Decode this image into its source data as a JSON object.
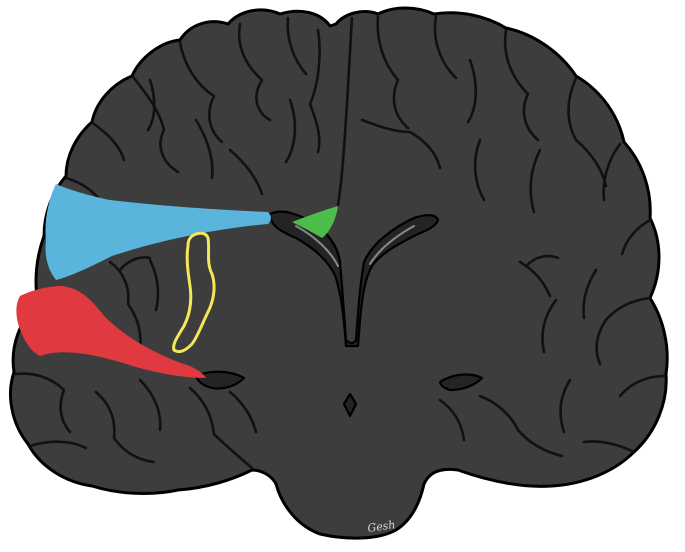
{
  "figure": {
    "background": "#ffffff",
    "tissue_color": "#3d3d3d",
    "signature": "Gesh"
  },
  "regions": [
    {
      "name": "blue-region",
      "color": "#5ab4dc"
    },
    {
      "name": "green-region",
      "color": "#4cbc4a"
    },
    {
      "name": "red-region",
      "color": "#e03a40"
    },
    {
      "name": "yellow-outline",
      "color": "#f2e85a"
    }
  ]
}
